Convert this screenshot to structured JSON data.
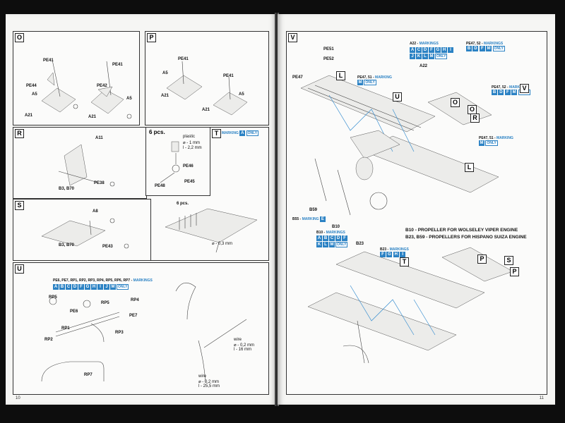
{
  "left": {
    "page_number": "10",
    "steps": {
      "O": {
        "label": "O",
        "parts": [
          "PE41",
          "PE44",
          "A5",
          "A21",
          "PE41",
          "PE42",
          "A5",
          "A21"
        ]
      },
      "P": {
        "label": "P",
        "parts": [
          "PE41",
          "A5",
          "A21",
          "PE41",
          "A5",
          "A21"
        ]
      },
      "R": {
        "label": "R",
        "parts": [
          "A11",
          "B3, B70",
          "PE38"
        ]
      },
      "pcs": {
        "count": "6 pcs.",
        "plastic": "plastic",
        "d": "⌀ - 1 mm",
        "l": "l - 2,2 mm",
        "pe46": "PE46",
        "pe48": "PE48",
        "pe45": "PE45"
      },
      "T": {
        "label": "T",
        "mark_word": "MARKING",
        "mark_chip": "A",
        "only": "ONLY",
        "pcs": "6 pcs.",
        "d": "⌀ - 0,3 mm"
      },
      "S": {
        "label": "S",
        "parts": [
          "A8",
          "B3, B70",
          "PE43"
        ]
      },
      "U": {
        "label": "U",
        "marking_caption": "PE6, PE7, RP1, RP2, RP3, RP4, RP5, RP6, RP7 -",
        "marking_word": "MARKINGS",
        "chips": [
          "A",
          "B",
          "C",
          "D",
          "F",
          "G",
          "H",
          "I",
          "J",
          "M"
        ],
        "only": "ONLY",
        "parts": [
          "RP5",
          "RP5",
          "RP4",
          "PE6",
          "RP1",
          "PE7",
          "RP2",
          "RP3",
          "RP7"
        ],
        "wire1": {
          "title": "wire",
          "d": "⌀ - 0,2 mm",
          "l": "l - 16 mm"
        },
        "wire2": {
          "title": "wire",
          "d": "⌀ - 0,2 mm",
          "l": "l - 25,5 mm"
        }
      }
    }
  },
  "right": {
    "page_number": "11",
    "step_V": "V",
    "parts": {
      "pe47": "PE47",
      "pe51": "PE51",
      "pe52": "PE52",
      "a22": "A22"
    },
    "a22_markings": {
      "caption": "A22 -",
      "word": "MARKINGS",
      "chips": [
        "A",
        "C",
        "D",
        "F",
        "G",
        "H",
        "I",
        "J",
        "K",
        "L",
        "M"
      ],
      "only": "ONLY"
    },
    "pe4751_marking": {
      "caption": "PE47, 51 -",
      "word": "MARKING",
      "chips": [
        "M"
      ],
      "only": "ONLY"
    },
    "pe4752_markings_top": {
      "caption": "PE47, 52 -",
      "word": "MARKINGS",
      "chips": [
        "B",
        "D",
        "F",
        "M"
      ],
      "only": "ONLY"
    },
    "pe4752_markings": {
      "caption": "PE47, 52 -",
      "word": "MARKINGS",
      "chips": [
        "B",
        "D",
        "F",
        "M"
      ],
      "only": "ONLY"
    },
    "pe4751_marking2": {
      "caption": "PE47, 51 -",
      "word": "MARKING",
      "chips": [
        "M"
      ],
      "only": "ONLY"
    },
    "letters": [
      "L",
      "U",
      "V",
      "O",
      "O",
      "R",
      "L",
      "T",
      "P",
      "P",
      "S"
    ],
    "b59": {
      "label": "B59",
      "caption": "B55 -",
      "word": "MARKING",
      "chip": "E"
    },
    "b10": {
      "label": "B10",
      "caption": "B10 -",
      "word": "MARKINGS",
      "chips": [
        "A",
        "B",
        "C",
        "D",
        "F",
        "K",
        "L",
        "M"
      ],
      "only": "ONLY"
    },
    "b23": {
      "label": "B23",
      "caption": "B23 -",
      "word": "MARKINGS",
      "chips": [
        "F",
        "G",
        "H",
        "I"
      ]
    },
    "prop_line1": "B10 - PROPELLER FOR WOLSELEY VIPER ENGINE",
    "prop_line2": "B23, B59 - PROPELLERS FOR HISPANO SUIZA ENGINE"
  }
}
